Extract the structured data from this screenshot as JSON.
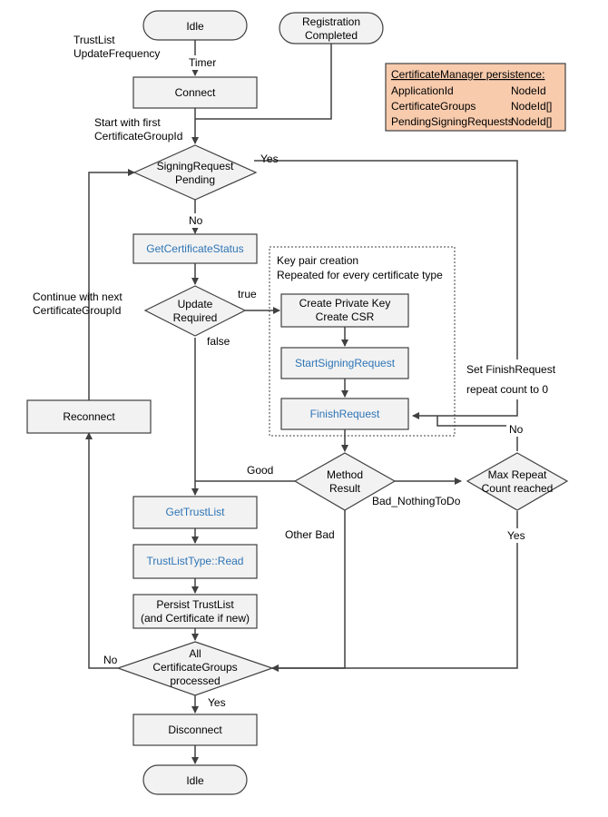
{
  "colors": {
    "node_fill": "#f2f2f2",
    "method_fill": "#2e75b6",
    "persistence_fill": "#f8cbad",
    "stroke": "#404040"
  },
  "terminals": {
    "idle_top": "Idle",
    "registration": [
      "Registration",
      "Completed"
    ],
    "idle_bottom": "Idle"
  },
  "labels": {
    "trustlist_update": [
      "TrustList",
      "UpdateFrequency"
    ],
    "timer": "Timer",
    "start_with_first": [
      "Start with first",
      "CertificateGroupId"
    ],
    "yes_top": "Yes",
    "no_1": "No",
    "true": "true",
    "false": "false",
    "continue_next": [
      "Continue with next",
      "CertificateGroupId"
    ],
    "set_finish": [
      "Set FinishRequest",
      "repeat count to 0"
    ],
    "no_2": "No",
    "good": "Good",
    "bad_nothing": "Bad_NothingToDo",
    "other_bad": "Other Bad",
    "yes_2": "Yes",
    "no_3": "No",
    "yes_3": "Yes"
  },
  "processes": {
    "connect": "Connect",
    "get_cert_status": "GetCertificateStatus",
    "create_key": [
      "Create Private Key",
      "Create CSR"
    ],
    "start_signing": "StartSigningRequest",
    "finish_request": "FinishRequest",
    "reconnect": "Reconnect",
    "get_trustlist": "GetTrustList",
    "trustlist_read": "TrustListType::Read",
    "persist": [
      "Persist TrustList",
      "(and Certificate if new)"
    ],
    "disconnect": "Disconnect"
  },
  "decisions": {
    "signing_pending": [
      "SigningRequest",
      "Pending"
    ],
    "update_required": [
      "Update",
      "Required"
    ],
    "method_result": [
      "Method",
      "Result"
    ],
    "max_repeat": [
      "Max Repeat",
      "Count reached"
    ],
    "all_groups": [
      "All",
      "CertificateGroups",
      "processed"
    ]
  },
  "keypair_box": [
    "Key pair creation",
    "Repeated for every certificate type"
  ],
  "persistence": {
    "title": "CertificateManager persistence:",
    "rows": [
      {
        "name": "ApplicationId",
        "type": "NodeId"
      },
      {
        "name": "CertificateGroups",
        "type": "NodeId[]"
      },
      {
        "name": "PendingSigningRequests",
        "type": "NodeId[]"
      }
    ]
  }
}
